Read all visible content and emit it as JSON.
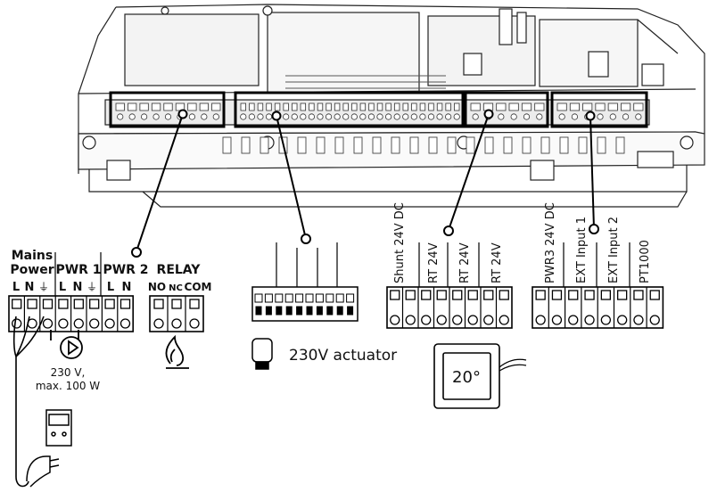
{
  "mains": {
    "title_line1": "Mains",
    "title_line2": "Power",
    "terminals": [
      "L",
      "N",
      "⏚"
    ]
  },
  "pwr1": {
    "title": "PWR 1",
    "terminals": [
      "L",
      "N",
      "⏚"
    ]
  },
  "pwr2": {
    "title": "PWR 2",
    "terminals": [
      "L",
      "N"
    ]
  },
  "relay": {
    "title": "RELAY",
    "terminals": [
      "NO",
      "NC",
      "COM"
    ]
  },
  "pump": {
    "line1": "230 V,",
    "line2": "max. 100 W"
  },
  "actuator": {
    "label": "230V actuator"
  },
  "thermostat": {
    "display": "20°"
  },
  "terminals_24v": [
    "Shunt 24V DC",
    "RT 24V",
    "RT 24V",
    "RT 24V"
  ],
  "terminals_ext": [
    "PWR3 24V DC",
    "EXT Input 1",
    "EXT Input 2",
    "PT1000"
  ]
}
